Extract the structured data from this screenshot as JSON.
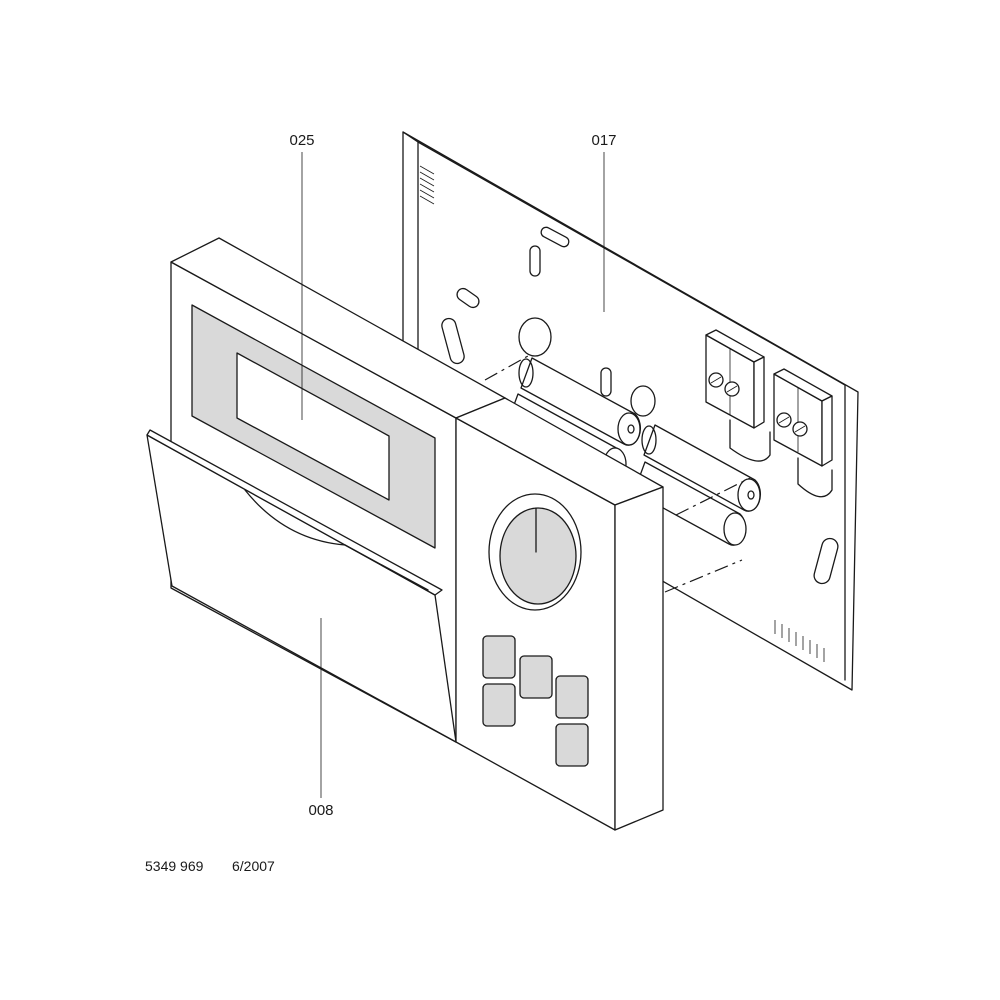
{
  "labels": {
    "display": "025",
    "base_plate": "017",
    "cover": "008"
  },
  "footer": {
    "part_number": "5349 969",
    "date": "6/2007"
  },
  "colors": {
    "line": "#1a1a1a",
    "display_fill": "#d9d9d9",
    "background": "#ffffff"
  }
}
